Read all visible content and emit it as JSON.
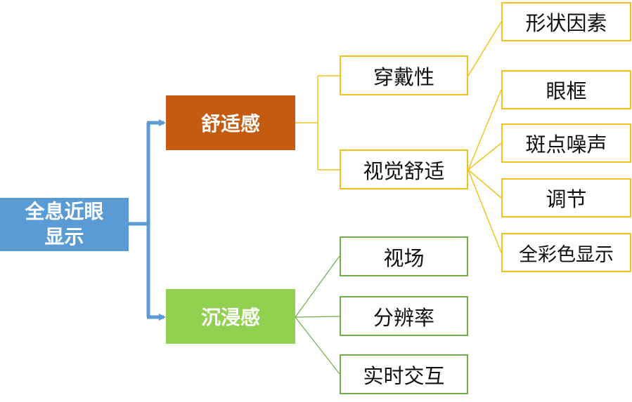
{
  "root": {
    "line1": "全息近眼",
    "line2": "显示"
  },
  "branches": {
    "comfort": {
      "label": "舒适感",
      "children": {
        "wearability": {
          "label": "穿戴性",
          "children": {
            "form_factor": "形状因素"
          }
        },
        "visual_comfort": {
          "label": "视觉舒适",
          "children": {
            "eyebox": "眼框",
            "speckle_noise": "斑点噪声",
            "accommodation": "调节",
            "full_color_display": "全彩色显示"
          }
        }
      }
    },
    "immersion": {
      "label": "沉浸感",
      "children": {
        "field_of_view": "视场",
        "resolution": "分辨率",
        "real_time_interaction": "实时交互"
      }
    }
  },
  "colors": {
    "root_fill": "#5b9bd5",
    "comfort_fill": "#c55a11",
    "immersion_fill": "#92d050",
    "comfort_outline": "#f2c21c",
    "immersion_outline": "#70ad47",
    "bracket": "#5b9bd5"
  }
}
